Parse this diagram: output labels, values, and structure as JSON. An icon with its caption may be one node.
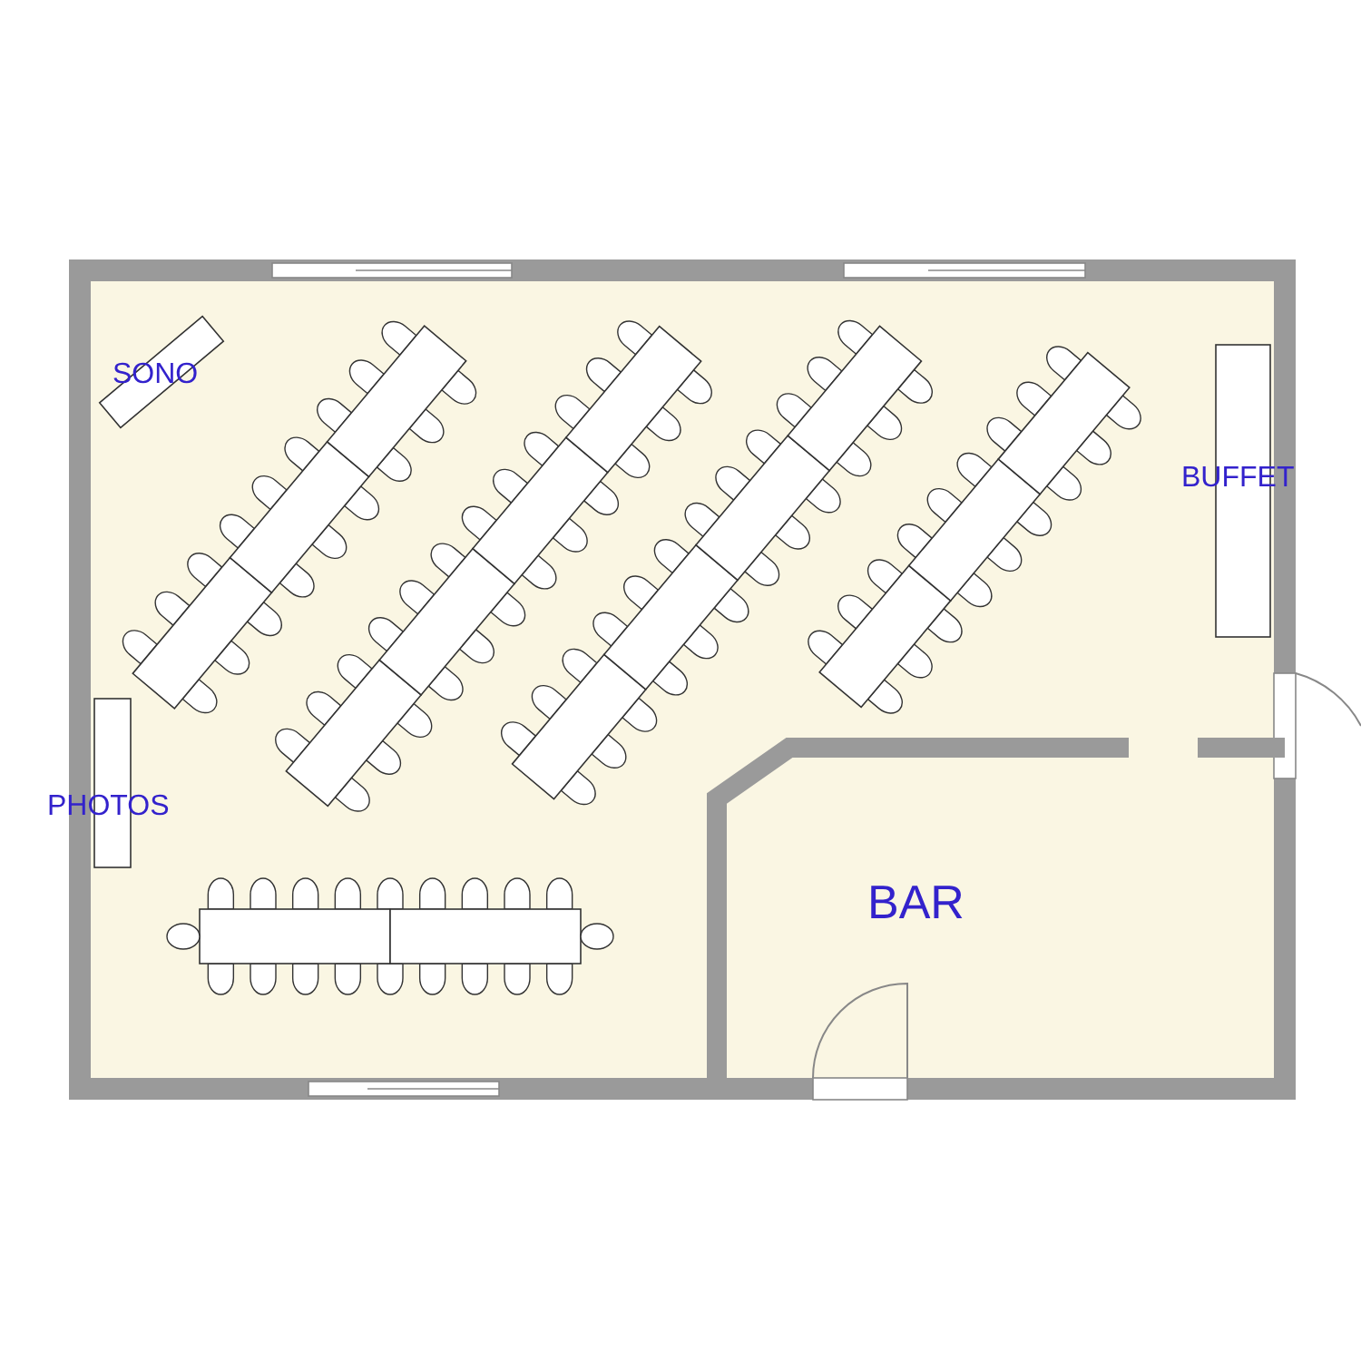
{
  "diagram": {
    "labels": [
      "SONO",
      "BUFFET",
      "PHOTOS",
      "BAR"
    ]
  }
}
